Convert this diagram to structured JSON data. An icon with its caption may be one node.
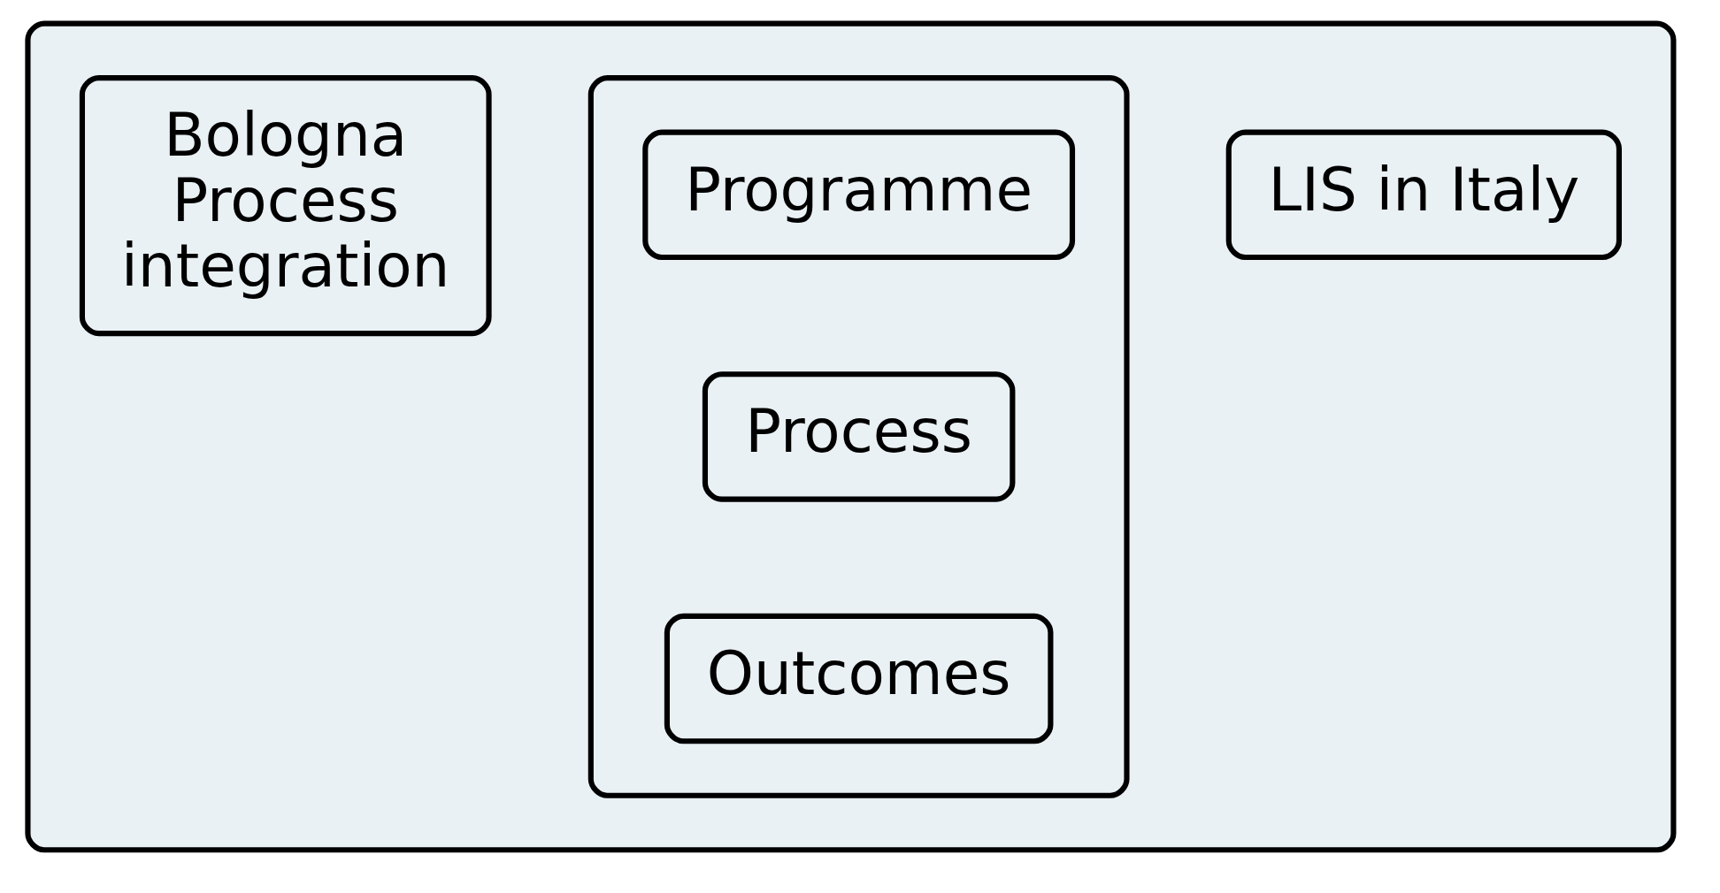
{
  "diagram": {
    "nodes": [
      {
        "text": [],
        "shape": "box"
      },
      {
        "text": [
          "Bologna Process integration"
        ],
        "in": 0
      },
      {
        "text": [],
        "shape": "box",
        "in": 0
      },
      {
        "text": [
          "Programme"
        ],
        "in": 2
      },
      {
        "text": [
          "Process"
        ],
        "in": 2
      },
      {
        "text": [
          "Outcomes"
        ],
        "in": 2
      },
      {
        "text": [
          "LIS in Italy"
        ],
        "in": 0
      }
    ]
  }
}
